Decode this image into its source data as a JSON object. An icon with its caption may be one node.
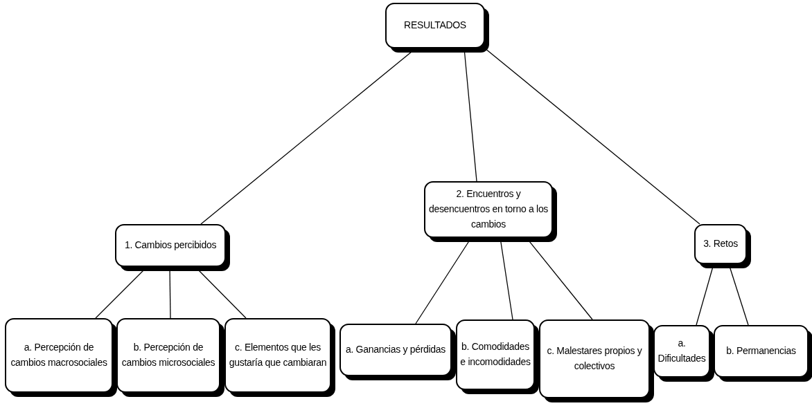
{
  "diagram": {
    "nodes": [
      {
        "text": [
          "RESULTADOS"
        ]
      },
      {
        "text": [
          "1. Cambios percibidos"
        ]
      },
      {
        "text": [
          "2. Encuentros y desencuentros en torno a los cambios"
        ]
      },
      {
        "text": [
          "3. Retos"
        ]
      },
      {
        "text": [
          "a. Percepción de cambios macrosociales"
        ]
      },
      {
        "text": [
          "b. Percepción de cambios microsociales"
        ]
      },
      {
        "text": [
          "c. Elementos que les gustaría que cambiaran"
        ]
      },
      {
        "text": [
          "a. Ganancias y pérdidas"
        ]
      },
      {
        "text": [
          "b. Comodidades e incomodidades"
        ]
      },
      {
        "text": [
          "c. Malestares propios y colectivos"
        ]
      },
      {
        "text": [
          "a. Dificultades"
        ]
      },
      {
        "text": [
          "b. Permanencias"
        ]
      }
    ],
    "edges": [
      {
        "from": 0,
        "to": 1,
        "arrow": "none"
      },
      {
        "from": 0,
        "to": 2,
        "arrow": "none"
      },
      {
        "from": 0,
        "to": 3,
        "arrow": "none"
      },
      {
        "from": 1,
        "to": 4,
        "arrow": "none"
      },
      {
        "from": 1,
        "to": 5,
        "arrow": "none"
      },
      {
        "from": 1,
        "to": 6,
        "arrow": "none"
      },
      {
        "from": 2,
        "to": 7,
        "arrow": "none"
      },
      {
        "from": 2,
        "to": 8,
        "arrow": "none"
      },
      {
        "from": 2,
        "to": 9,
        "arrow": "none"
      },
      {
        "from": 3,
        "to": 10,
        "arrow": "none"
      },
      {
        "from": 3,
        "to": 11,
        "arrow": "none"
      }
    ]
  }
}
